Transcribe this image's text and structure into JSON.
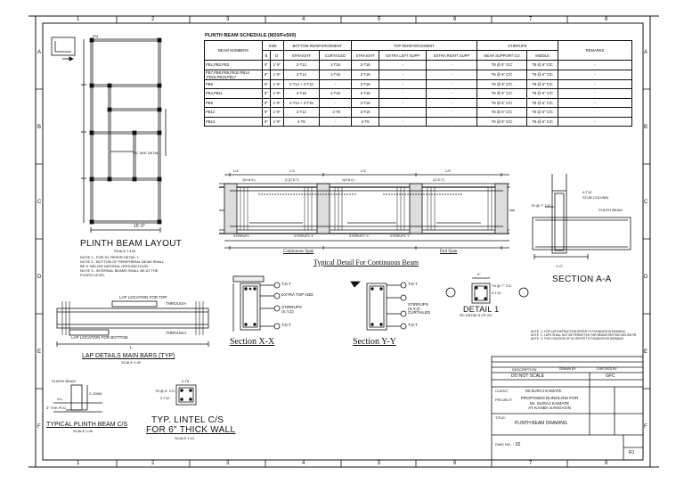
{
  "grid": {
    "columns": [
      "1",
      "2",
      "3",
      "4",
      "5",
      "6",
      "7",
      "8"
    ],
    "rows": [
      "A",
      "B",
      "C",
      "D",
      "E",
      "F"
    ]
  },
  "schedule": {
    "title": "PLINTH BEAM SCHEDULE (M20/Fe500)",
    "group_headers": {
      "size": "SIZE",
      "bottom": "BOTTOM REINFORCEMENT",
      "top": "TOP REINFORCEMENT",
      "stirrups": "STIRRUPS"
    },
    "columns": {
      "beam": "BEAM NUMBERS",
      "b": "B",
      "d": "D",
      "straight": "STRAIGHT",
      "curtailed": "CURTAILED",
      "top_straight": "STRAIGHT",
      "left": "EXTRA LEFT SUPP",
      "right": "EXTRA RIGHT SUPP",
      "near": "NEAR SUPPORT CO",
      "middle": "MIDDLE",
      "remarks": "REMARKS"
    },
    "rows": [
      {
        "beam": "PB1,PB2,PB3",
        "b": "9\"",
        "d": "1'-9\"",
        "straight": "2-T12",
        "curtailed": "1-T16",
        "top_straight": "2-T16",
        "left": "-",
        "right": "-",
        "near": "T8 @ 6\" C/C",
        "middle": "T8 @ 6\" C/C",
        "remarks": "-"
      },
      {
        "beam": "PB7,PB8,PB9,PB10,PB14 ,PB16,PB18,PB17",
        "b": "9\"",
        "d": "1'-9\"",
        "straight": "2-T12",
        "curtailed": "1-T16",
        "top_straight": "2-T16",
        "left": "-",
        "right": "-",
        "near": "T8 @ 6\" C/C",
        "middle": "T8 @ 6\" C/C",
        "remarks": "-"
      },
      {
        "beam": "PB5",
        "b": "9\"",
        "d": "1'-9\"",
        "straight": "2-T12 + 2-T12",
        "curtailed": "-",
        "top_straight": "2-T16",
        "left": "-",
        "right": "-",
        "near": "T8 @ 6\" C/C",
        "middle": "T8 @ 6\" C/C",
        "remarks": "-"
      },
      {
        "beam": "PB4,PB11",
        "b": "9\"",
        "d": "1'-9\"",
        "straight": "2-T16",
        "curtailed": "1-T16",
        "top_straight": "2-T16",
        "left": "-",
        "right": "-",
        "near": "T8 @ 6\" C/C",
        "middle": "T8 @ 6\" C/C",
        "remarks": "-"
      },
      {
        "beam": "PB6",
        "b": "9\"",
        "d": "1'-9\"",
        "straight": "2-T12 + 2-T16",
        "curtailed": "-",
        "top_straight": "2-T16",
        "left": "-",
        "right": "-",
        "near": "T8 @ 6\" C/C",
        "middle": "T8 @ 6\" C/C",
        "remarks": "-"
      },
      {
        "beam": "PB12",
        "b": "9\"",
        "d": "1'-9\"",
        "straight": "2-T12",
        "curtailed": "- 2-T8",
        "top_straight": "2-T16",
        "left": "-",
        "right": "-",
        "near": "T8 @ 6\" C/C",
        "middle": "T8 @ 6\" C/C",
        "remarks": "-"
      },
      {
        "beam": "PB13",
        "b": "9\"",
        "d": "1'-9\"",
        "straight": "2-T8",
        "curtailed": "-",
        "top_straight": "2-T8",
        "left": "-",
        "right": "-",
        "near": "T8 @ 6\" C/C",
        "middle": "T8 @ 6\" C/C",
        "remarks": "-"
      }
    ]
  },
  "layout": {
    "title": "PLINTH BEAM LAYOUT",
    "scale": "SCALE 1:100",
    "dim_width": "15'-3\"",
    "notes": [
      "NOTE 1 - FOR SC REFER DETAIL 1",
      "NOTE 2 - BOTTOM OF PERIPHERAL BEAM SHALL BE 6\" BELOW NATURAL GROUND LEVEL",
      "NOTE 3 - INTERNAL BEAMS SHALL BE AT THE PLINTH LEVEL"
    ],
    "sc_label": "SC SEE DETAIL"
  },
  "beam_detail": {
    "title": "Typical Detail For Continuous Beam",
    "continuous_span": "Continuous Span",
    "end_span": "End Span",
    "labels": [
      "L/4",
      "L/3",
      "L/5",
      "2(H.N.S.)",
      "(C)(T.D.T)",
      "2(T.D.T)",
      "STIRRUPS",
      "STIRRUPS 'Z'",
      "STIRRUPS 'X'",
      "STIRRUPS 'Y'"
    ]
  },
  "section_aa": {
    "title": "SECTION A-A",
    "stub": "STUB COLUMN",
    "plinth_beam": "PLINTH BEAM",
    "t8": "T8 @ 7\" C/C",
    "t12": "4-T12",
    "dim": "1'-0\""
  },
  "detail1": {
    "title": "DETAIL 1",
    "sub": "RC DETAILS OF SC",
    "t8": "T8 @ 7\" C/C",
    "t12": "4-T12",
    "dim": "9\""
  },
  "section_xx": {
    "title": "Section X-X",
    "labels": [
      "T.D.T",
      "EXTRA TOP ADD.",
      "STIRRUPS (X,Y,Z)",
      "T.D.T"
    ]
  },
  "section_yy": {
    "title": "Section Y-Y",
    "labels": [
      "T.D.T",
      "STIRRUPS (X,Y,Z)",
      "CURTAILED",
      "T.D.T"
    ]
  },
  "lap": {
    "title": "LAP DETAILS MAIN BARS (TYP)",
    "scale": "SCALE 1:40",
    "top": "LAP LOCATION FOR TOP",
    "bottom": "LAP LOCATION FOR BOTTOM",
    "through": "THROUGH",
    "l": "L"
  },
  "plinth_cs": {
    "title": "TYPICAL PLINTH BEAM C/S",
    "scale": "SCALE 1:40",
    "beam": "PLINTH BEAM",
    "gl": "G.L.",
    "dim": "2'-150M",
    "pcc": "3\" THK PCC"
  },
  "lintel": {
    "title1": "TYP. LINTEL C/S",
    "title2": "FOR 6\" THICK WALL",
    "scale": "SCALE 1:10",
    "t8": "2-T8",
    "t6": "T8 @ 6\" C/C",
    "t10": "2-T10"
  },
  "notes_right": [
    "NOTE : 1. FOR LAP INSTRUCTION REFER TO FOUNDATION DRAWING",
    "NOTE : 2. LAPS SHALL NOT BE PERMITTED FOR BEAMS RESTING BELOW PB",
    "NOTE : 3. FOR LOCATION OF SC REFER TO FOUNDATION DRAWING"
  ],
  "title_block": {
    "do_not_scale": "DO NOT SCALE",
    "gfc": "GFC",
    "client_label": "CLIENT:",
    "client": "Mr.SURAJ KAMATE",
    "project_label": "PROJECT:",
    "project": [
      "PROPOSED BUNGLOW FOR",
      "Mr. SURAJ KAMATE",
      "AT KASBA SANGAON"
    ],
    "title_label": "TITLE:",
    "title": "PLINTH BEAM DRAWING",
    "dwg_label": "DWG NO.",
    "dwg_no": ": 02",
    "rev": "R1",
    "rev_rows": [
      "DESCRIPTION",
      "DRAWN BY",
      "CHECKED BY"
    ]
  }
}
